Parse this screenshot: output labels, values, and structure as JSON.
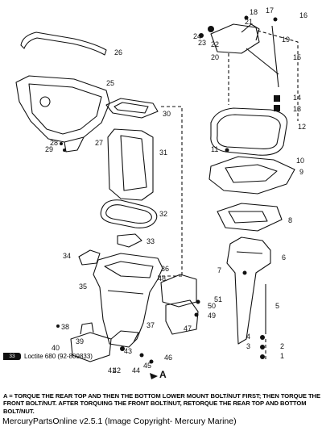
{
  "callouts": [
    "1",
    "2",
    "3",
    "4",
    "5",
    "6",
    "7",
    "8",
    "9",
    "10",
    "11",
    "12",
    "13",
    "14",
    "15",
    "16",
    "17",
    "18",
    "19",
    "20",
    "21",
    "22",
    "23",
    "24",
    "25",
    "26",
    "27",
    "28",
    "29",
    "30",
    "31",
    "32",
    "33",
    "34",
    "35",
    "36",
    "37",
    "38",
    "39",
    "40",
    "41",
    "42",
    "43",
    "44",
    "45",
    "46",
    "47",
    "48",
    "49",
    "50",
    "51"
  ],
  "view_marker": "A",
  "loctite": {
    "tube_number": "33",
    "label": "Loctite 680 (92-809833)"
  },
  "note": {
    "prefix": "A =",
    "text": "TORQUE THE REAR TOP AND THEN THE BOTTOM LOWER MOUNT BOLT/NUT FIRST; THEN TORQUE THE FRONT BOLT/NUT. AFTER TORQUING THE FRONT BOLT/NUT, RETORQUE THE REAR TOP AND BOTTOM BOLT/NUT."
  },
  "footer": "MercuryPartsOnline v2.5.1 (Image Copyright- Mercury Marine)"
}
